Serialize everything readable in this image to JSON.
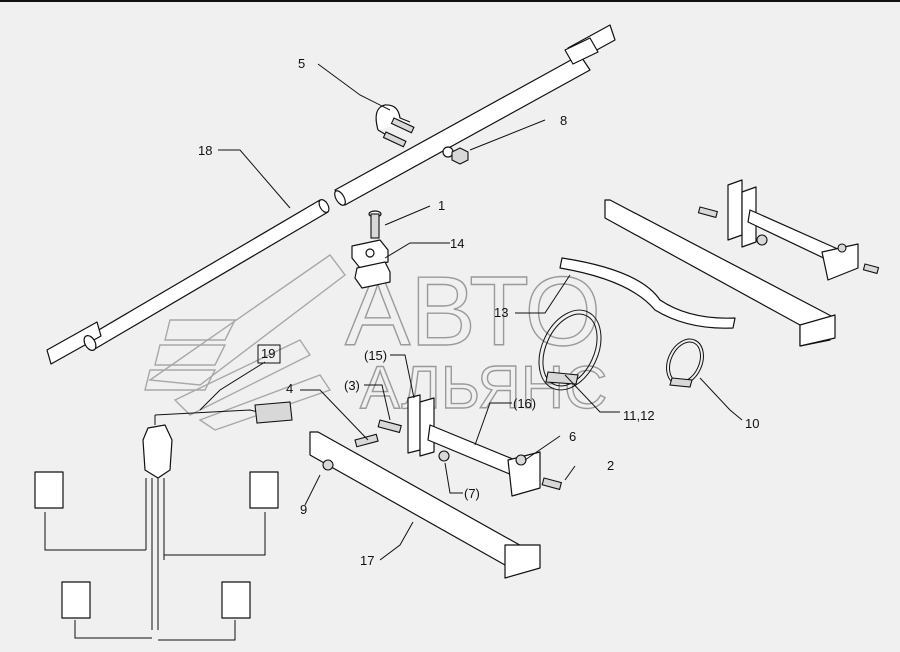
{
  "diagram": {
    "watermark": {
      "line1": "АВТО",
      "line2": "АЛЬЯНС"
    },
    "callouts": {
      "c1": "1",
      "c2": "2",
      "c3": "(3)",
      "c4": "4",
      "c5": "5",
      "c6": "6",
      "c7": "(7)",
      "c8": "8",
      "c9": "9",
      "c10": "10",
      "c11": "11,12",
      "c13": "13",
      "c14": "14",
      "c15": "(15)",
      "c16": "(16)",
      "c17": "17",
      "c18": "18",
      "c19": "19"
    }
  }
}
